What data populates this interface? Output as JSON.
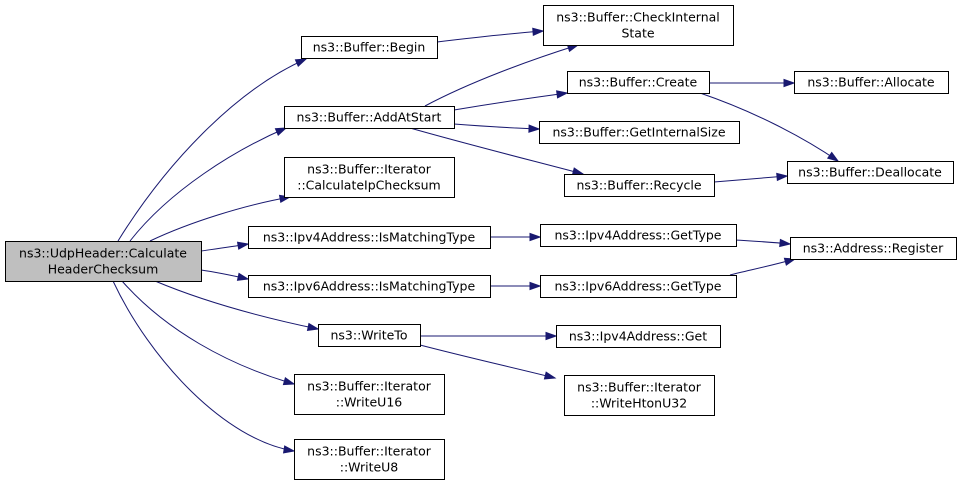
{
  "diagram": {
    "nodes": [
      {
        "id": "root",
        "lines": [
          "ns3::UdpHeader::Calculate",
          "HeaderChecksum"
        ],
        "highlight": true
      },
      {
        "id": "begin",
        "lines": [
          "ns3::Buffer::Begin"
        ]
      },
      {
        "id": "checkinternal",
        "lines": [
          "ns3::Buffer::CheckInternal",
          "State"
        ]
      },
      {
        "id": "addatstart",
        "lines": [
          "ns3::Buffer::AddAtStart"
        ]
      },
      {
        "id": "create",
        "lines": [
          "ns3::Buffer::Create"
        ]
      },
      {
        "id": "allocate",
        "lines": [
          "ns3::Buffer::Allocate"
        ]
      },
      {
        "id": "getinternalsize",
        "lines": [
          "ns3::Buffer::GetInternalSize"
        ]
      },
      {
        "id": "calcipchecksum",
        "lines": [
          "ns3::Buffer::Iterator",
          "::CalculateIpChecksum"
        ]
      },
      {
        "id": "recycle",
        "lines": [
          "ns3::Buffer::Recycle"
        ]
      },
      {
        "id": "deallocate",
        "lines": [
          "ns3::Buffer::Deallocate"
        ]
      },
      {
        "id": "ipv4match",
        "lines": [
          "ns3::Ipv4Address::IsMatchingType"
        ]
      },
      {
        "id": "ipv4gettype",
        "lines": [
          "ns3::Ipv4Address::GetType"
        ]
      },
      {
        "id": "register",
        "lines": [
          "ns3::Address::Register"
        ]
      },
      {
        "id": "ipv6match",
        "lines": [
          "ns3::Ipv6Address::IsMatchingType"
        ]
      },
      {
        "id": "ipv6gettype",
        "lines": [
          "ns3::Ipv6Address::GetType"
        ]
      },
      {
        "id": "writeto",
        "lines": [
          "ns3::WriteTo"
        ]
      },
      {
        "id": "ipv4get",
        "lines": [
          "ns3::Ipv4Address::Get"
        ]
      },
      {
        "id": "writeu16",
        "lines": [
          "ns3::Buffer::Iterator",
          "::WriteU16"
        ]
      },
      {
        "id": "writehtonu32",
        "lines": [
          "ns3::Buffer::Iterator",
          "::WriteHtonU32"
        ]
      },
      {
        "id": "writeu8",
        "lines": [
          "ns3::Buffer::Iterator",
          "::WriteU8"
        ]
      }
    ],
    "edges": [
      {
        "from": "root",
        "to": "begin"
      },
      {
        "from": "root",
        "to": "addatstart"
      },
      {
        "from": "root",
        "to": "calcipchecksum"
      },
      {
        "from": "root",
        "to": "ipv4match"
      },
      {
        "from": "root",
        "to": "ipv6match"
      },
      {
        "from": "root",
        "to": "writeto"
      },
      {
        "from": "root",
        "to": "writeu16"
      },
      {
        "from": "root",
        "to": "writeu8"
      },
      {
        "from": "begin",
        "to": "checkinternal"
      },
      {
        "from": "addatstart",
        "to": "checkinternal"
      },
      {
        "from": "addatstart",
        "to": "create"
      },
      {
        "from": "addatstart",
        "to": "getinternalsize"
      },
      {
        "from": "addatstart",
        "to": "recycle"
      },
      {
        "from": "create",
        "to": "allocate"
      },
      {
        "from": "create",
        "to": "deallocate"
      },
      {
        "from": "recycle",
        "to": "deallocate"
      },
      {
        "from": "ipv4match",
        "to": "ipv4gettype"
      },
      {
        "from": "ipv4gettype",
        "to": "register"
      },
      {
        "from": "ipv6match",
        "to": "ipv6gettype"
      },
      {
        "from": "ipv6gettype",
        "to": "register"
      },
      {
        "from": "writeto",
        "to": "ipv4get"
      },
      {
        "from": "writeto",
        "to": "writehtonu32"
      }
    ]
  }
}
